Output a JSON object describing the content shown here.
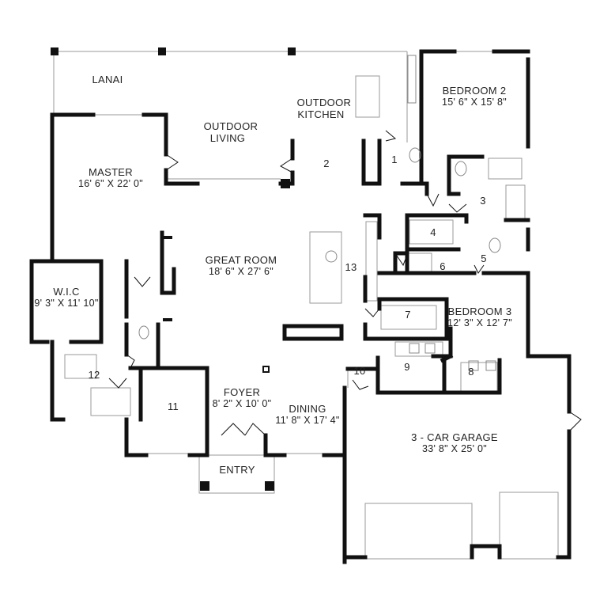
{
  "rooms": {
    "lanai": {
      "name": "LANAI"
    },
    "outdoor_living": {
      "name": "OUTDOOR\nLIVING"
    },
    "outdoor_kitchen": {
      "name": "OUTDOOR\nKITCHEN"
    },
    "bedroom2": {
      "name": "BEDROOM 2",
      "dims": "15' 6\" X 15' 8\""
    },
    "master": {
      "name": "MASTER",
      "dims": "16' 6\" X 22' 0\""
    },
    "great_room": {
      "name": "GREAT ROOM",
      "dims": "18' 6\" X 27' 6\""
    },
    "wic": {
      "name": "W.I.C",
      "dims": "9' 3\" X 11' 10\""
    },
    "bedroom3": {
      "name": "BEDROOM 3",
      "dims": "12' 3\" X 12' 7\""
    },
    "foyer": {
      "name": "FOYER",
      "dims": "8' 2\" X 10' 0\""
    },
    "dining": {
      "name": "DINING",
      "dims": "11' 8\" X 17' 4\""
    },
    "garage": {
      "name": "3 - CAR GARAGE",
      "dims": "33' 8\" X 25' 0\""
    },
    "entry": {
      "name": "ENTRY"
    }
  },
  "room_numbers": [
    "1",
    "2",
    "3",
    "4",
    "5",
    "6",
    "7",
    "8",
    "9",
    "10",
    "11",
    "12",
    "13"
  ],
  "colors": {
    "wall": "#111111",
    "fixture": "#9a9a9a",
    "text": "#222222"
  }
}
